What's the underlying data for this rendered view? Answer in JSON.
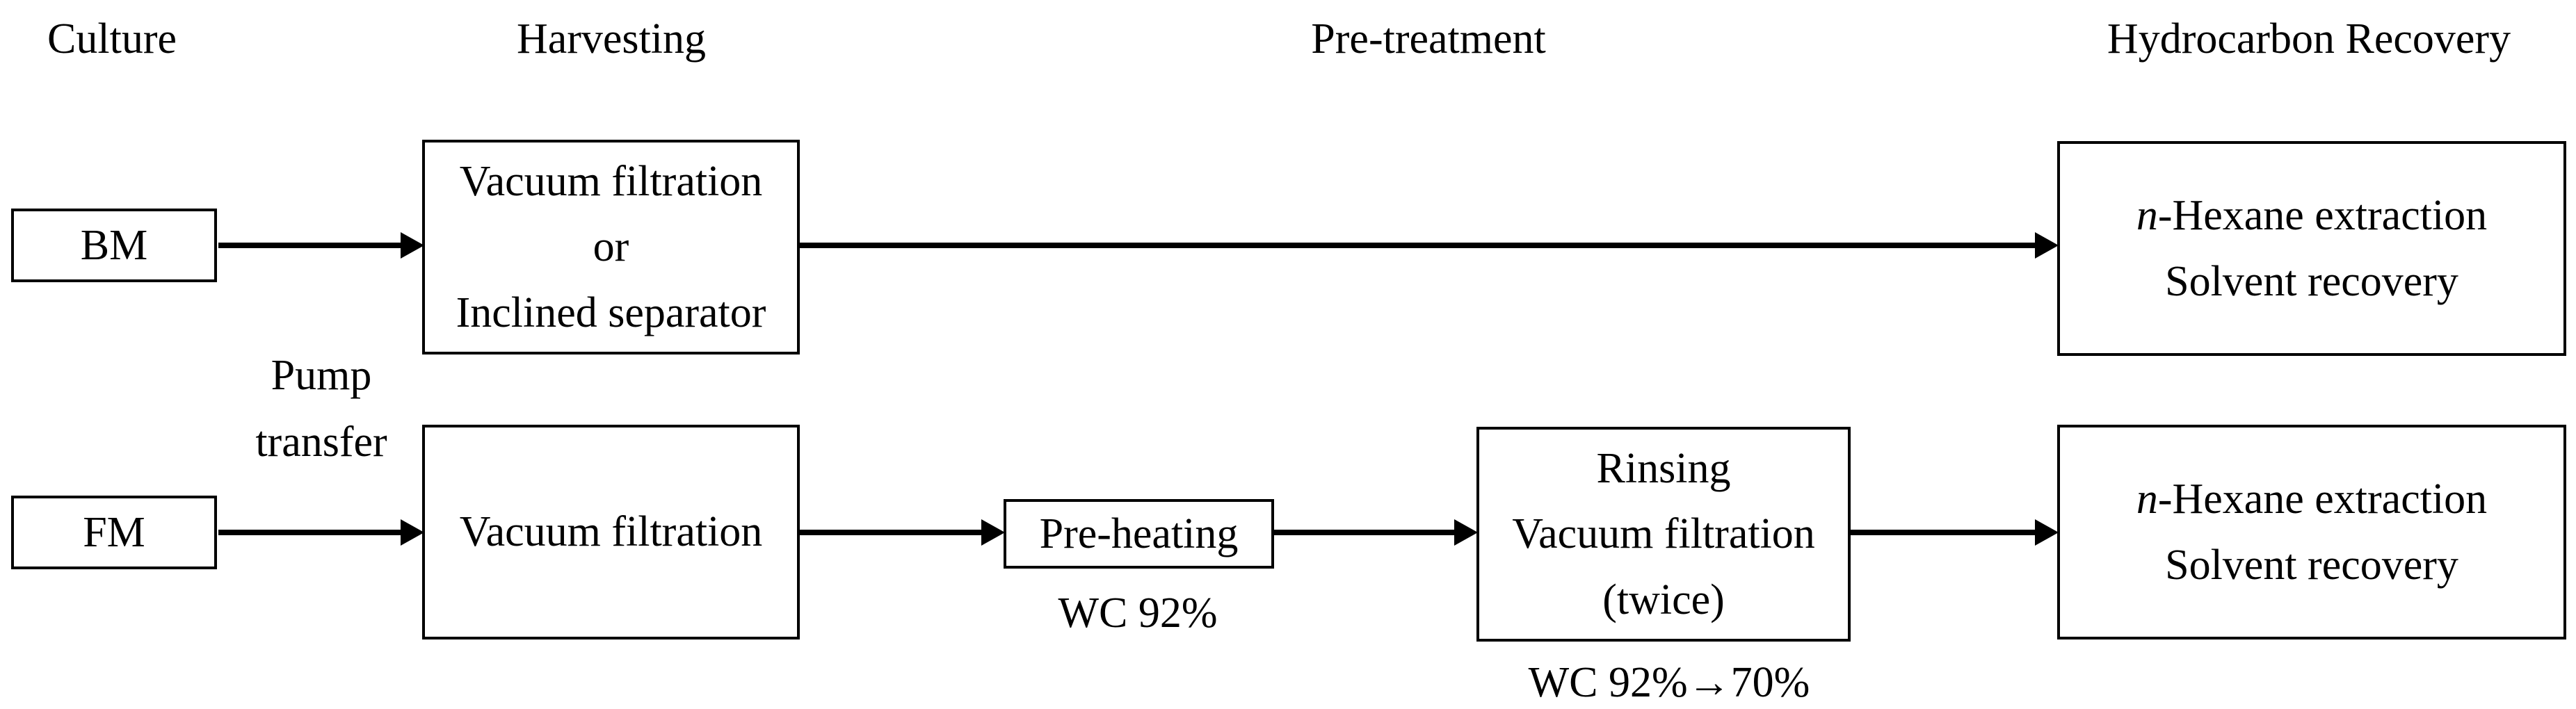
{
  "headers": {
    "culture": "Culture",
    "harvesting": "Harvesting",
    "pretreatment": "Pre-treatment",
    "recovery": "Hydrocarbon Recovery"
  },
  "boxes": {
    "bm": "BM",
    "fm": "FM",
    "harvest_bm_line1": "Vacuum filtration",
    "harvest_bm_line2": "or",
    "harvest_bm_line3": "Inclined separator",
    "harvest_fm": "Vacuum filtration",
    "preheating": "Pre-heating",
    "rinse_line1": "Rinsing",
    "rinse_line2": "Vacuum filtration",
    "rinse_line3": "(twice)",
    "hexane_prefix": "n",
    "hexane_rest": "-Hexane extraction",
    "hexane_line2": "Solvent recovery"
  },
  "labels": {
    "pump_transfer_line1": "Pump",
    "pump_transfer_line2": "transfer",
    "wc_preheat": "WC 92%",
    "wc_rinse": "WC 92%→70%"
  }
}
